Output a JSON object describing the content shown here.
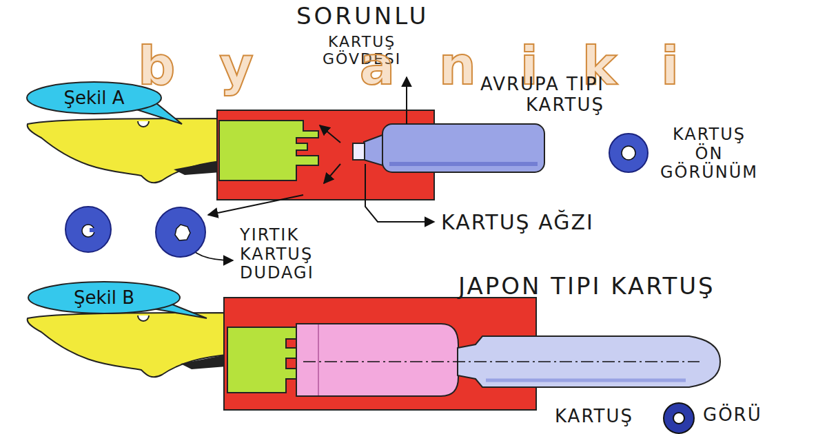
{
  "diagram": {
    "nodes": [
      {
        "text": [
          "Şekil A"
        ]
      },
      {
        "text": [
          "Şekil B"
        ]
      }
    ],
    "labels": [
      "SORUNLU",
      "KARTUŞ GÖVDESI",
      "by aniki",
      "AVRUPA TIPI KARTUŞ",
      "KARTUŞ ÖN GÖRÜNÜM",
      "KARTUŞ AĞZI",
      "YIRTIK KARTUŞ DUDAGI",
      "JAPON TIPI KARTUŞ",
      "KARTUŞ",
      "GÖRÜ"
    ]
  }
}
